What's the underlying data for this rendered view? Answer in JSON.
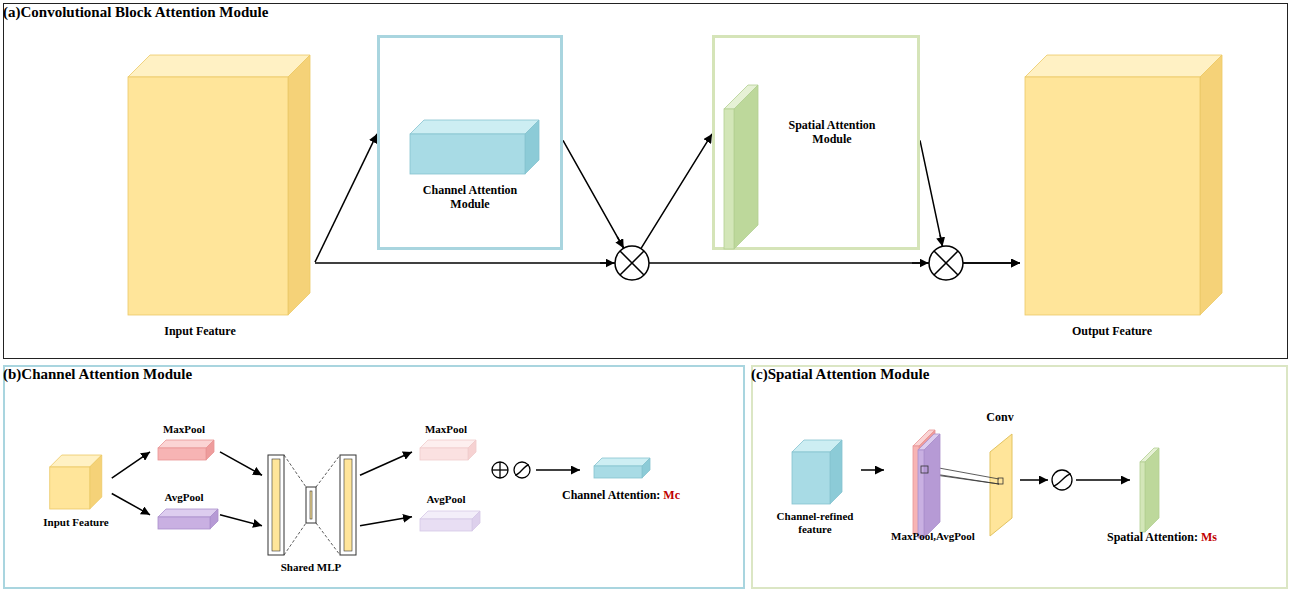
{
  "diagram": {
    "nodes": [
      {
        "text": [
          "(a)Convolutional Block Attention Module"
        ]
      },
      {
        "text": [
          "Input Feature"
        ],
        "in": 0
      },
      {
        "text": [
          "Channel Attention Module"
        ],
        "in": 0
      },
      {
        "text": [
          "Spatial Attention Module"
        ],
        "in": 0
      },
      {
        "text": [
          "Output Feature"
        ],
        "in": 0
      },
      {
        "text": [
          "(b)Channel Attention Module"
        ]
      },
      {
        "text": [
          "Input Feature"
        ],
        "in": 5
      },
      {
        "text": [
          "MaxPool"
        ],
        "in": 5
      },
      {
        "text": [
          "AvgPool"
        ],
        "in": 5
      },
      {
        "text": [
          "Shared MLP"
        ],
        "in": 5
      },
      {
        "text": [
          "MaxPool"
        ],
        "in": 5
      },
      {
        "text": [
          "AvgPool"
        ],
        "in": 5
      },
      {
        "text": [
          "Channel Attention:",
          "Mc"
        ],
        "in": 5
      },
      {
        "text": [
          "(c)Spatial Attention Module"
        ]
      },
      {
        "text": [
          "Channel-refined feature"
        ],
        "in": 13
      },
      {
        "text": [
          "MaxPool,AvgPool"
        ],
        "in": 13
      },
      {
        "text": [
          "Spatial Attention:",
          "Ms"
        ],
        "in": 13
      }
    ],
    "edges": [
      {
        "from": 1,
        "to": 2,
        "arrow": "to"
      },
      {
        "from": 2,
        "to": 3,
        "arrow": "to"
      },
      {
        "from": 3,
        "to": 4,
        "arrow": "to"
      },
      {
        "from": 1,
        "to": 4,
        "arrow": "to"
      },
      {
        "from": 6,
        "to": 7,
        "arrow": "to"
      },
      {
        "from": 6,
        "to": 8,
        "arrow": "to"
      },
      {
        "from": 7,
        "to": 9,
        "arrow": "to"
      },
      {
        "from": 8,
        "to": 9,
        "arrow": "to"
      },
      {
        "from": 9,
        "to": 10,
        "arrow": "to"
      },
      {
        "from": 9,
        "to": 11,
        "arrow": "to"
      },
      {
        "from": 14,
        "to": 15,
        "arrow": "to"
      }
    ],
    "labels": [
      "Conv"
    ]
  }
}
